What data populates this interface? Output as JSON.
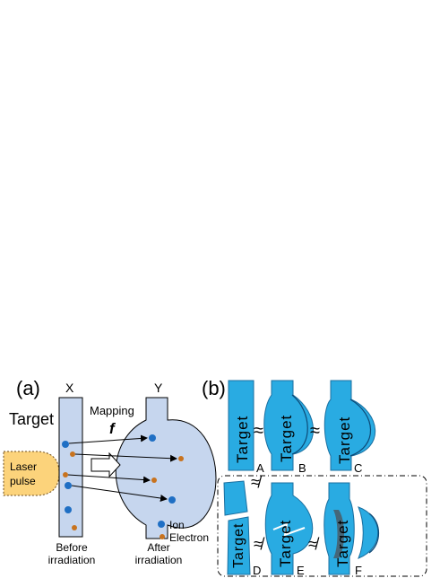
{
  "panel_a": {
    "label": "(a)",
    "x_label": "X",
    "y_label": "Y",
    "target_label": "Target",
    "laser_line1": "Laser",
    "laser_line2": "pulse",
    "mapping_label": "Mapping",
    "mapping_symbol": "f",
    "ion_label": "Ion",
    "electron_label": "Electron",
    "before_line1": "Before",
    "before_line2": "irradiation",
    "after_line1": "After",
    "after_line2": "irradiation"
  },
  "panel_b": {
    "label": "(b)",
    "word": "Target",
    "approx": "≈",
    "not_approx": "≉",
    "letters": [
      "A",
      "B",
      "C",
      "D",
      "E",
      "F"
    ]
  },
  "colors": {
    "ion": "#1f6fc4",
    "electron": "#c8731e",
    "tube": "#c6d6ee",
    "target_blue": "#29abe2",
    "laser": "#fcd37b"
  }
}
